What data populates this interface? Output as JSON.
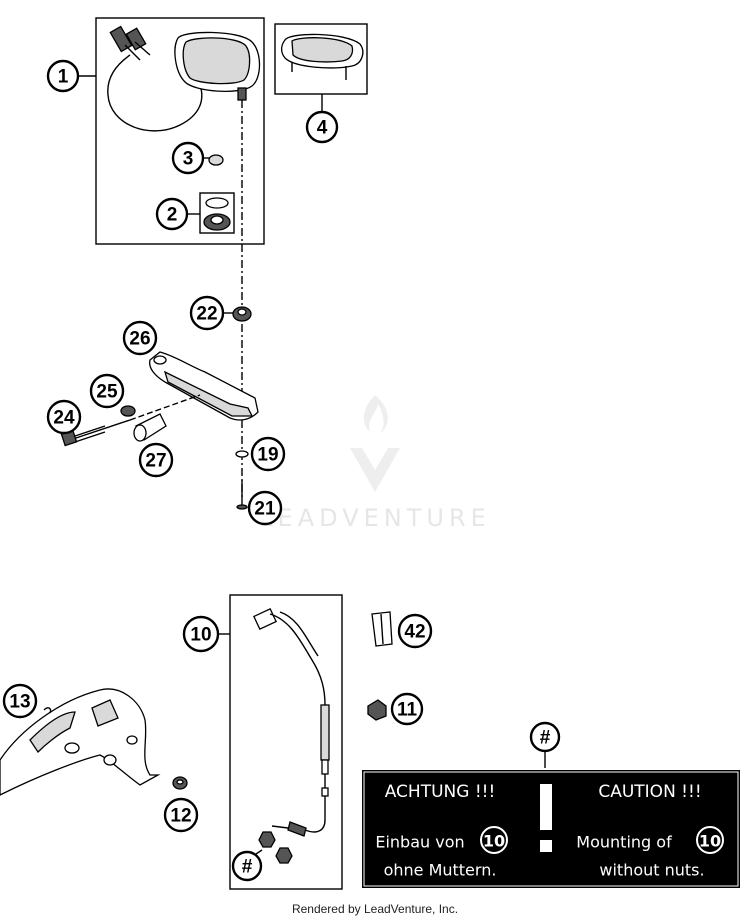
{
  "callouts": [
    {
      "id": "c1",
      "label": "1"
    },
    {
      "id": "c2",
      "label": "2"
    },
    {
      "id": "c3",
      "label": "3"
    },
    {
      "id": "c4",
      "label": "4"
    },
    {
      "id": "c10",
      "label": "10"
    },
    {
      "id": "c11",
      "label": "11"
    },
    {
      "id": "c12",
      "label": "12"
    },
    {
      "id": "c13",
      "label": "13"
    },
    {
      "id": "c19",
      "label": "19"
    },
    {
      "id": "c21",
      "label": "21"
    },
    {
      "id": "c22",
      "label": "22"
    },
    {
      "id": "c24",
      "label": "24"
    },
    {
      "id": "c25",
      "label": "25"
    },
    {
      "id": "c26",
      "label": "26"
    },
    {
      "id": "c27",
      "label": "27"
    },
    {
      "id": "c42",
      "label": "42"
    },
    {
      "id": "chash1",
      "label": "#"
    },
    {
      "id": "chash2",
      "label": "#"
    }
  ],
  "warning_label": {
    "german_title": "ACHTUNG !!!",
    "english_title": "CAUTION !!!",
    "german_line1": "Einbau von",
    "german_line2": "ohne Muttern.",
    "english_line1": "Mounting of",
    "english_line2": "without nuts.",
    "ref_number": "10"
  },
  "watermark": {
    "text": "LEADVENTURE"
  },
  "footer": {
    "text": "Rendered by LeadVenture, Inc."
  },
  "colors": {
    "label_bg": "#000000",
    "label_text": "#ffffff",
    "watermark": "#e6e6e6"
  }
}
